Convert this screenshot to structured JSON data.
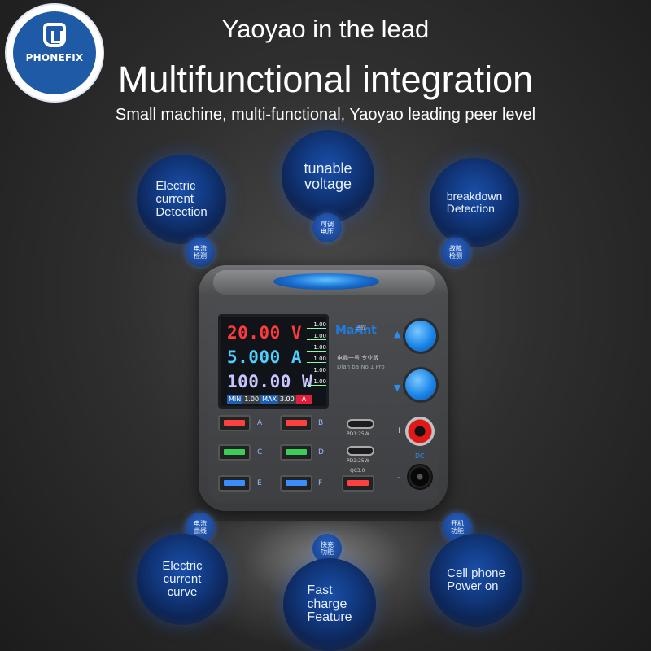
{
  "logo": {
    "text": "PHONEFIX"
  },
  "header": {
    "title_small": "Yaoyao in the lead",
    "title_big": "Multifunctional integration",
    "subtitle": "Small machine, multi-functional, Yaoyao leading peer level"
  },
  "features": {
    "electric_current_detection": "Electric\ncurrent\nDetection",
    "tunable_voltage": "tunable\nvoltage",
    "breakdown_detection": "breakdown\nDetection",
    "electric_current_curve": "Electric\ncurrent\ncurve",
    "fast_charge": "Fast\ncharge\nFeature",
    "cell_phone_power_on": "Cell phone\nPower on"
  },
  "tags": {
    "current_detect": "电流\n检测",
    "adjustable_voltage": "可调\n电压",
    "fault_detect": "故障\n检测",
    "current_curve": "电流\n曲线",
    "fast_charge": "快充\n功能",
    "power_on": "开机\n功能"
  },
  "device": {
    "voltage": "20.00 V",
    "current": "5.000 A",
    "power": "100.00 W",
    "side_values": [
      "1.00",
      "1.00",
      "1.00",
      "1.00",
      "1.00",
      "1.00"
    ],
    "bar": {
      "min_label": "MIN",
      "min_value": "1.00",
      "max_label": "MAX",
      "max_value": "3.00",
      "unit": "A"
    },
    "brand": "MaAnt",
    "brand_cn": "马蚁",
    "model_cn": "电霸一号 专业版",
    "model_en": "Dian ba No.1 Pro",
    "arrow_up": "▲",
    "arrow_down": "▼",
    "ports": [
      "A",
      "B",
      "C",
      "D",
      "E",
      "F"
    ],
    "pd1": "PD1:25W",
    "pd2": "PD2:25W",
    "qc": "QC3.0",
    "plus": "+",
    "minus": "-",
    "dc": "DC"
  },
  "colors": {
    "bubble": "#123a82",
    "voltage": "#ff3a3a",
    "current": "#4fd0ff",
    "power": "#c9c6ff",
    "usb_red": "#ff4040",
    "usb_green": "#39d05a",
    "usb_blue": "#3a8cff"
  }
}
